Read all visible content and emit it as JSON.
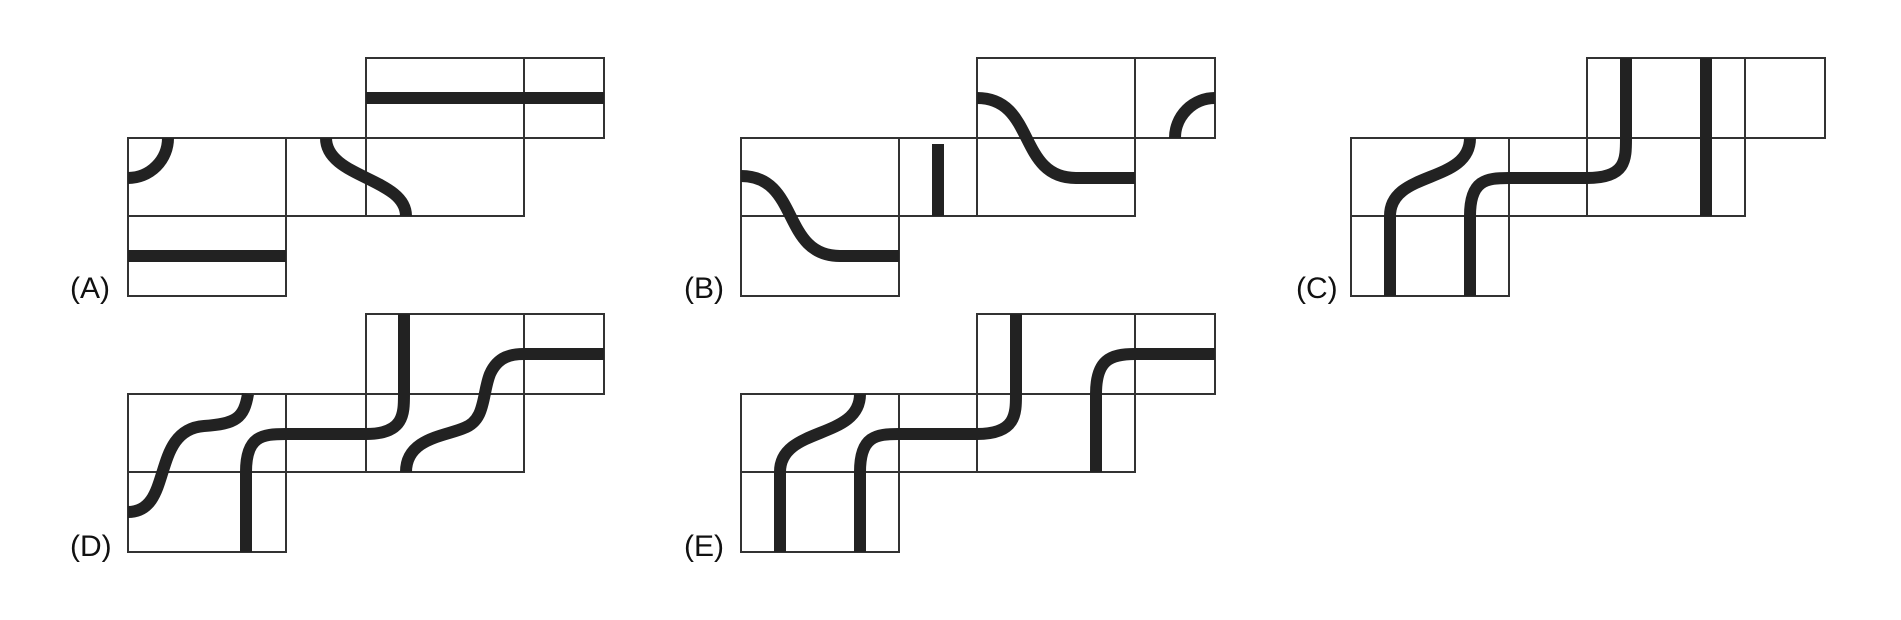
{
  "options": [
    {
      "id": "A",
      "label": "(A)"
    },
    {
      "id": "B",
      "label": "(B)"
    },
    {
      "id": "C",
      "label": "(C)"
    },
    {
      "id": "D",
      "label": "(D)"
    },
    {
      "id": "E",
      "label": "(E)"
    }
  ],
  "colors": {
    "track": "#222222",
    "grid": "#333333",
    "background": "#ffffff"
  }
}
